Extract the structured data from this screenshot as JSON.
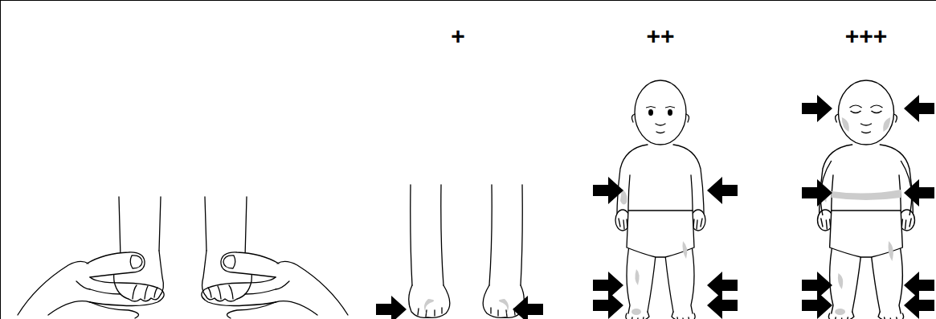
{
  "diagram": {
    "labels": [
      "+",
      "++",
      "+++"
    ]
  }
}
